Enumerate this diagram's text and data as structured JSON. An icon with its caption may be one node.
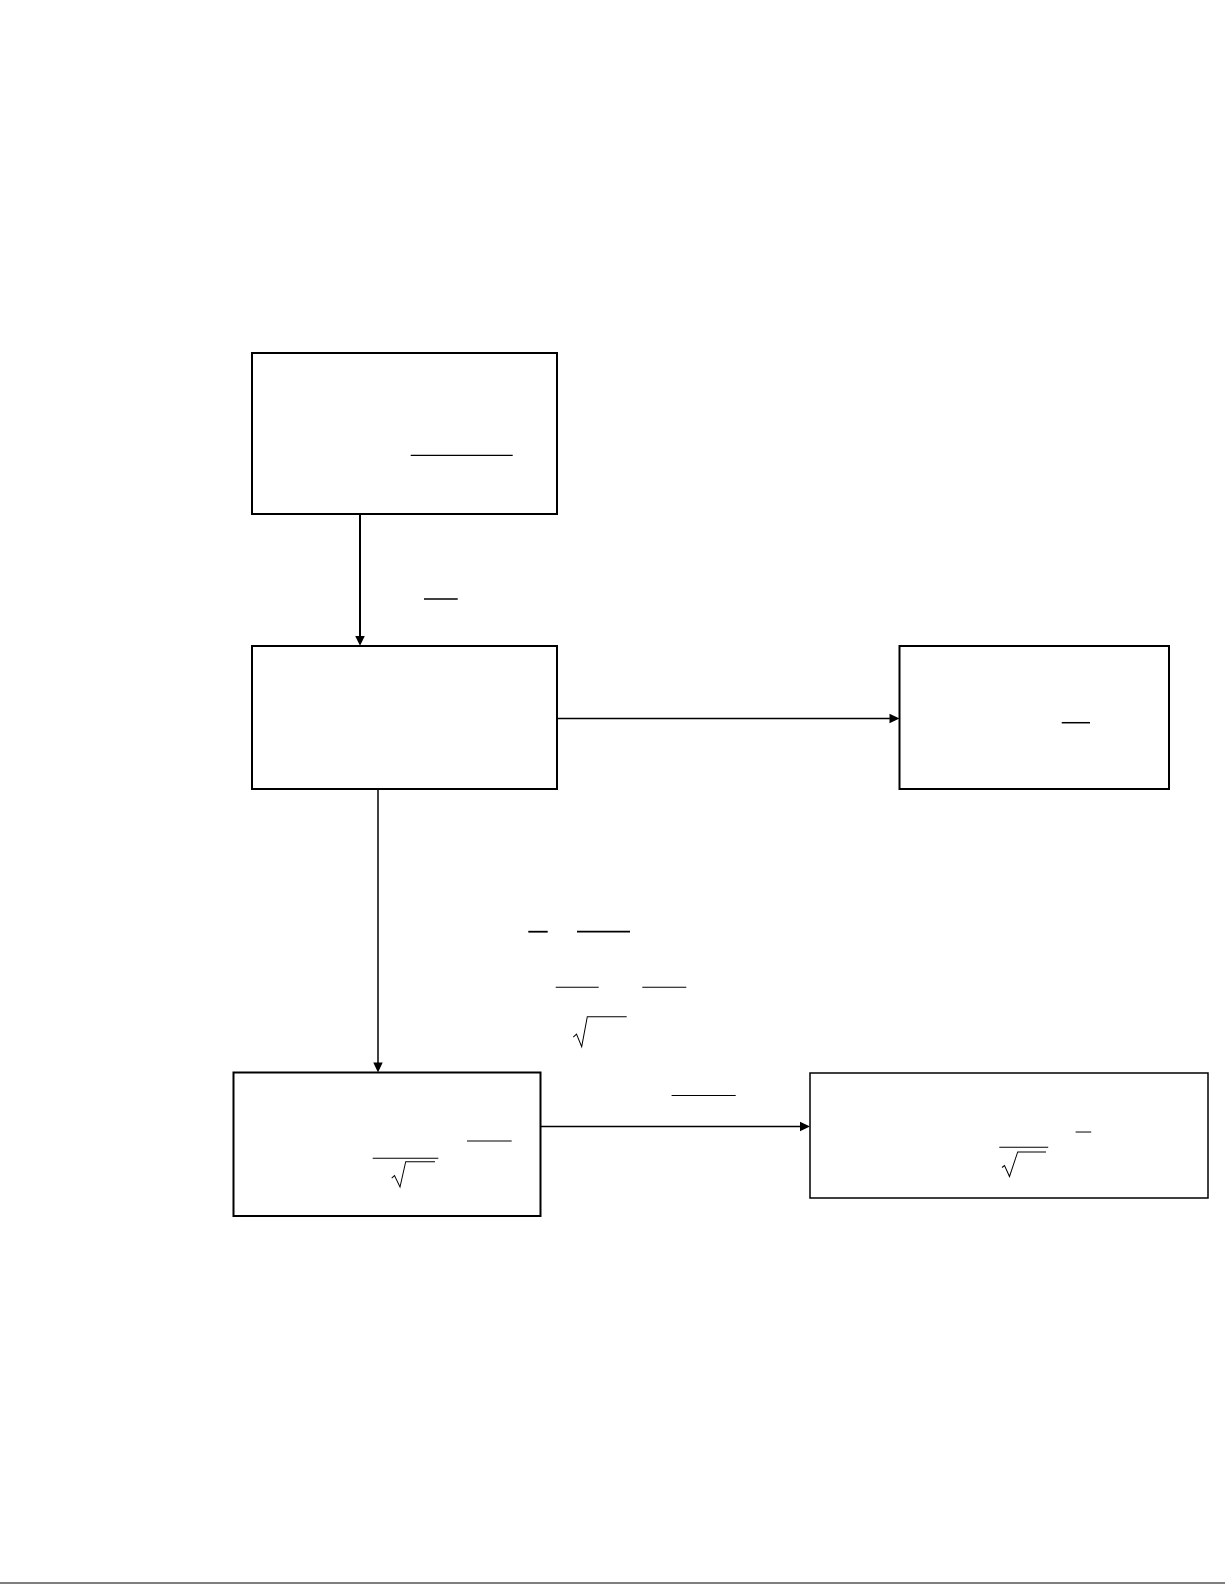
{
  "diagram": {
    "nodes": [
      {
        "text": [],
        "shape": "box"
      },
      {
        "text": [],
        "shape": "box"
      },
      {
        "text": [],
        "shape": "box"
      },
      {
        "text": [],
        "shape": "box"
      },
      {
        "text": [],
        "shape": "box"
      }
    ],
    "edges": [
      {
        "from": 0,
        "to": 1,
        "arrow": "to"
      },
      {
        "from": 1,
        "to": 2,
        "arrow": "to"
      },
      {
        "from": 1,
        "to": 3,
        "arrow": "to"
      },
      {
        "from": 3,
        "to": 4,
        "arrow": "to"
      }
    ]
  }
}
